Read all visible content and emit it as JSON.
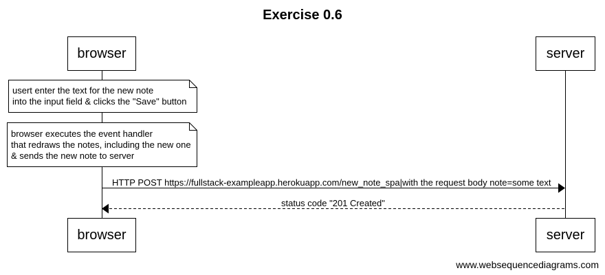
{
  "diagram": {
    "title": "Exercise 0.6",
    "participants": [
      {
        "id": "browser",
        "label": "browser"
      },
      {
        "id": "server",
        "label": "server"
      }
    ],
    "notes": [
      {
        "over": "browser",
        "lines": [
          "usert enter the text for the new note",
          "into the input field & clicks the \"Save\" button"
        ]
      },
      {
        "over": "browser",
        "lines": [
          "browser executes the event handler",
          "that redraws the notes, including the new one",
          "& sends the new note to server"
        ]
      }
    ],
    "messages": [
      {
        "from": "browser",
        "to": "server",
        "style": "solid",
        "label": "HTTP POST https://fullstack-exampleapp.herokuapp.com/new_note_spa|with the request body note=some text"
      },
      {
        "from": "server",
        "to": "browser",
        "style": "dashed",
        "label": "status code \"201 Created\""
      }
    ],
    "watermark": "www.websequencediagrams.com"
  }
}
